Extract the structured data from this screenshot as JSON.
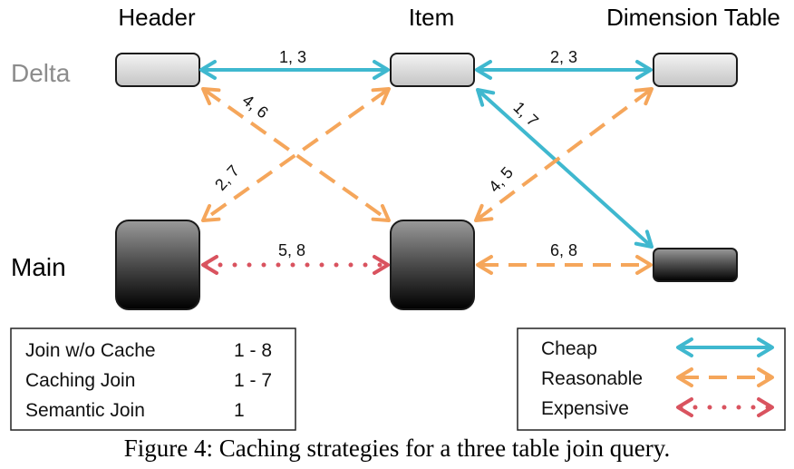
{
  "columns": {
    "header": "Header",
    "item": "Item",
    "dimension": "Dimension Table"
  },
  "rows": {
    "delta": "Delta",
    "main": "Main"
  },
  "edges": {
    "header_item_delta": "1, 3",
    "item_dim_delta": "2, 3",
    "item_delta_dim_main": "1, 7",
    "header_delta_item_main": "4, 6",
    "item_delta_header_main": "2, 7",
    "dim_delta_item_main": "4, 5",
    "header_item_main": "5, 8",
    "item_dim_main": "6, 8"
  },
  "strategies": [
    {
      "name": "Join w/o Cache",
      "range": "1 - 8"
    },
    {
      "name": "Caching Join",
      "range": "1 - 7"
    },
    {
      "name": "Semantic Join",
      "range": "1"
    }
  ],
  "cost_legend": [
    {
      "label": "Cheap",
      "style": "solid",
      "color": "#3fb8cf"
    },
    {
      "label": "Reasonable",
      "style": "dashed",
      "color": "#f5a65b"
    },
    {
      "label": "Expensive",
      "style": "dotted",
      "color": "#d9535f"
    }
  ],
  "caption": "Figure 4: Caching strategies for a three table join query.",
  "colors": {
    "cheap": "#3fb8cf",
    "reasonable": "#f5a65b",
    "expensive": "#d9535f",
    "delta_label": "#8c8c8c",
    "box_stroke": "#1a1a1a"
  }
}
